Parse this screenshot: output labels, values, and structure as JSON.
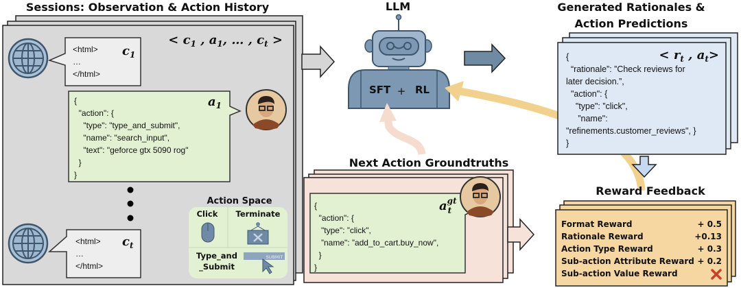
{
  "sessions": {
    "title": "Sessions: Observation & Action History",
    "sequence_label": {
      "open": "< ",
      "c": "c",
      "c_sub": "1",
      "sep1": " , ",
      "a": "a",
      "a_sub": "1",
      "sep2": ", … , ",
      "ct": "c",
      "ct_sub": "t",
      "close": " >"
    },
    "obs_first": {
      "label": "c",
      "label_sub": "1",
      "lines": [
        "<html>",
        "…",
        "</html>"
      ]
    },
    "action_first": {
      "label": "a",
      "label_sub": "1",
      "lines": [
        "{",
        "  \"action\": {",
        "    \"type\": \"type_and_submit\",",
        "    \"name\": \"search_input\",",
        "    \"text\": \"geforce gtx 5090 rog\"",
        "  }",
        "}"
      ]
    },
    "obs_last": {
      "label": "c",
      "label_sub": "t",
      "lines": [
        "<html>",
        "…",
        "</html>"
      ]
    },
    "action_space": {
      "title": "Action Space",
      "click": "Click",
      "terminate": "Terminate",
      "type_submit_line1": "Type_and",
      "type_submit_line2": "_Submit",
      "submit_button": "SUBMIT"
    }
  },
  "llm": {
    "title": "LLM",
    "body_label_left": "SFT",
    "body_label_plus": "+",
    "body_label_right": "RL"
  },
  "predictions": {
    "title_line1": "Generated Rationales &",
    "title_line2": "Action Predictions",
    "label": {
      "open": "< ",
      "r": "r",
      "r_sub": "t",
      "sep": " , ",
      "a": "a",
      "a_sub": "t",
      "close": ">"
    },
    "lines": [
      "{",
      "  “rationale”: ”Check reviews for",
      "later decision.”,",
      "  \"action\": {",
      "    \"type\": ”click\",",
      "     ”name\":",
      "\"refinements.customer_reviews\", }",
      "}"
    ]
  },
  "groundtruths": {
    "title": "Next Action Groundtruths",
    "label": {
      "a": "a",
      "sup": "gt",
      "sub": "t"
    },
    "lines": [
      "{",
      "  \"action\": {",
      "   \"type\": ”click\",",
      "   ”name\": ”add_to_cart.buy_now\",",
      "  }",
      "}"
    ]
  },
  "reward": {
    "title": "Reward Feedback",
    "items": [
      {
        "name": "Format Reward",
        "value": "+ 0.5"
      },
      {
        "name": "Rationale Reward",
        "value": "+0.13"
      },
      {
        "name": "Action Type Reward",
        "value": "+ 0.3"
      },
      {
        "name": "Sub-action Attribute Reward",
        "value": "+ 0.2"
      },
      {
        "name": "Sub-action Value Reward",
        "value": "",
        "icon": "cross-icon"
      }
    ]
  },
  "colors": {
    "session_bg": "#d9d9d9",
    "code_green": "#e3f1d3",
    "pred_blue": "#dfe9f5",
    "gt_pink": "#f6e2d9",
    "reward_orange": "#f6d7a2",
    "robot_blue": "#7d98b3",
    "arrow_yellow": "#f2d18e",
    "arrow_pink": "#f5dccf",
    "cross_red": "#c8412a"
  }
}
